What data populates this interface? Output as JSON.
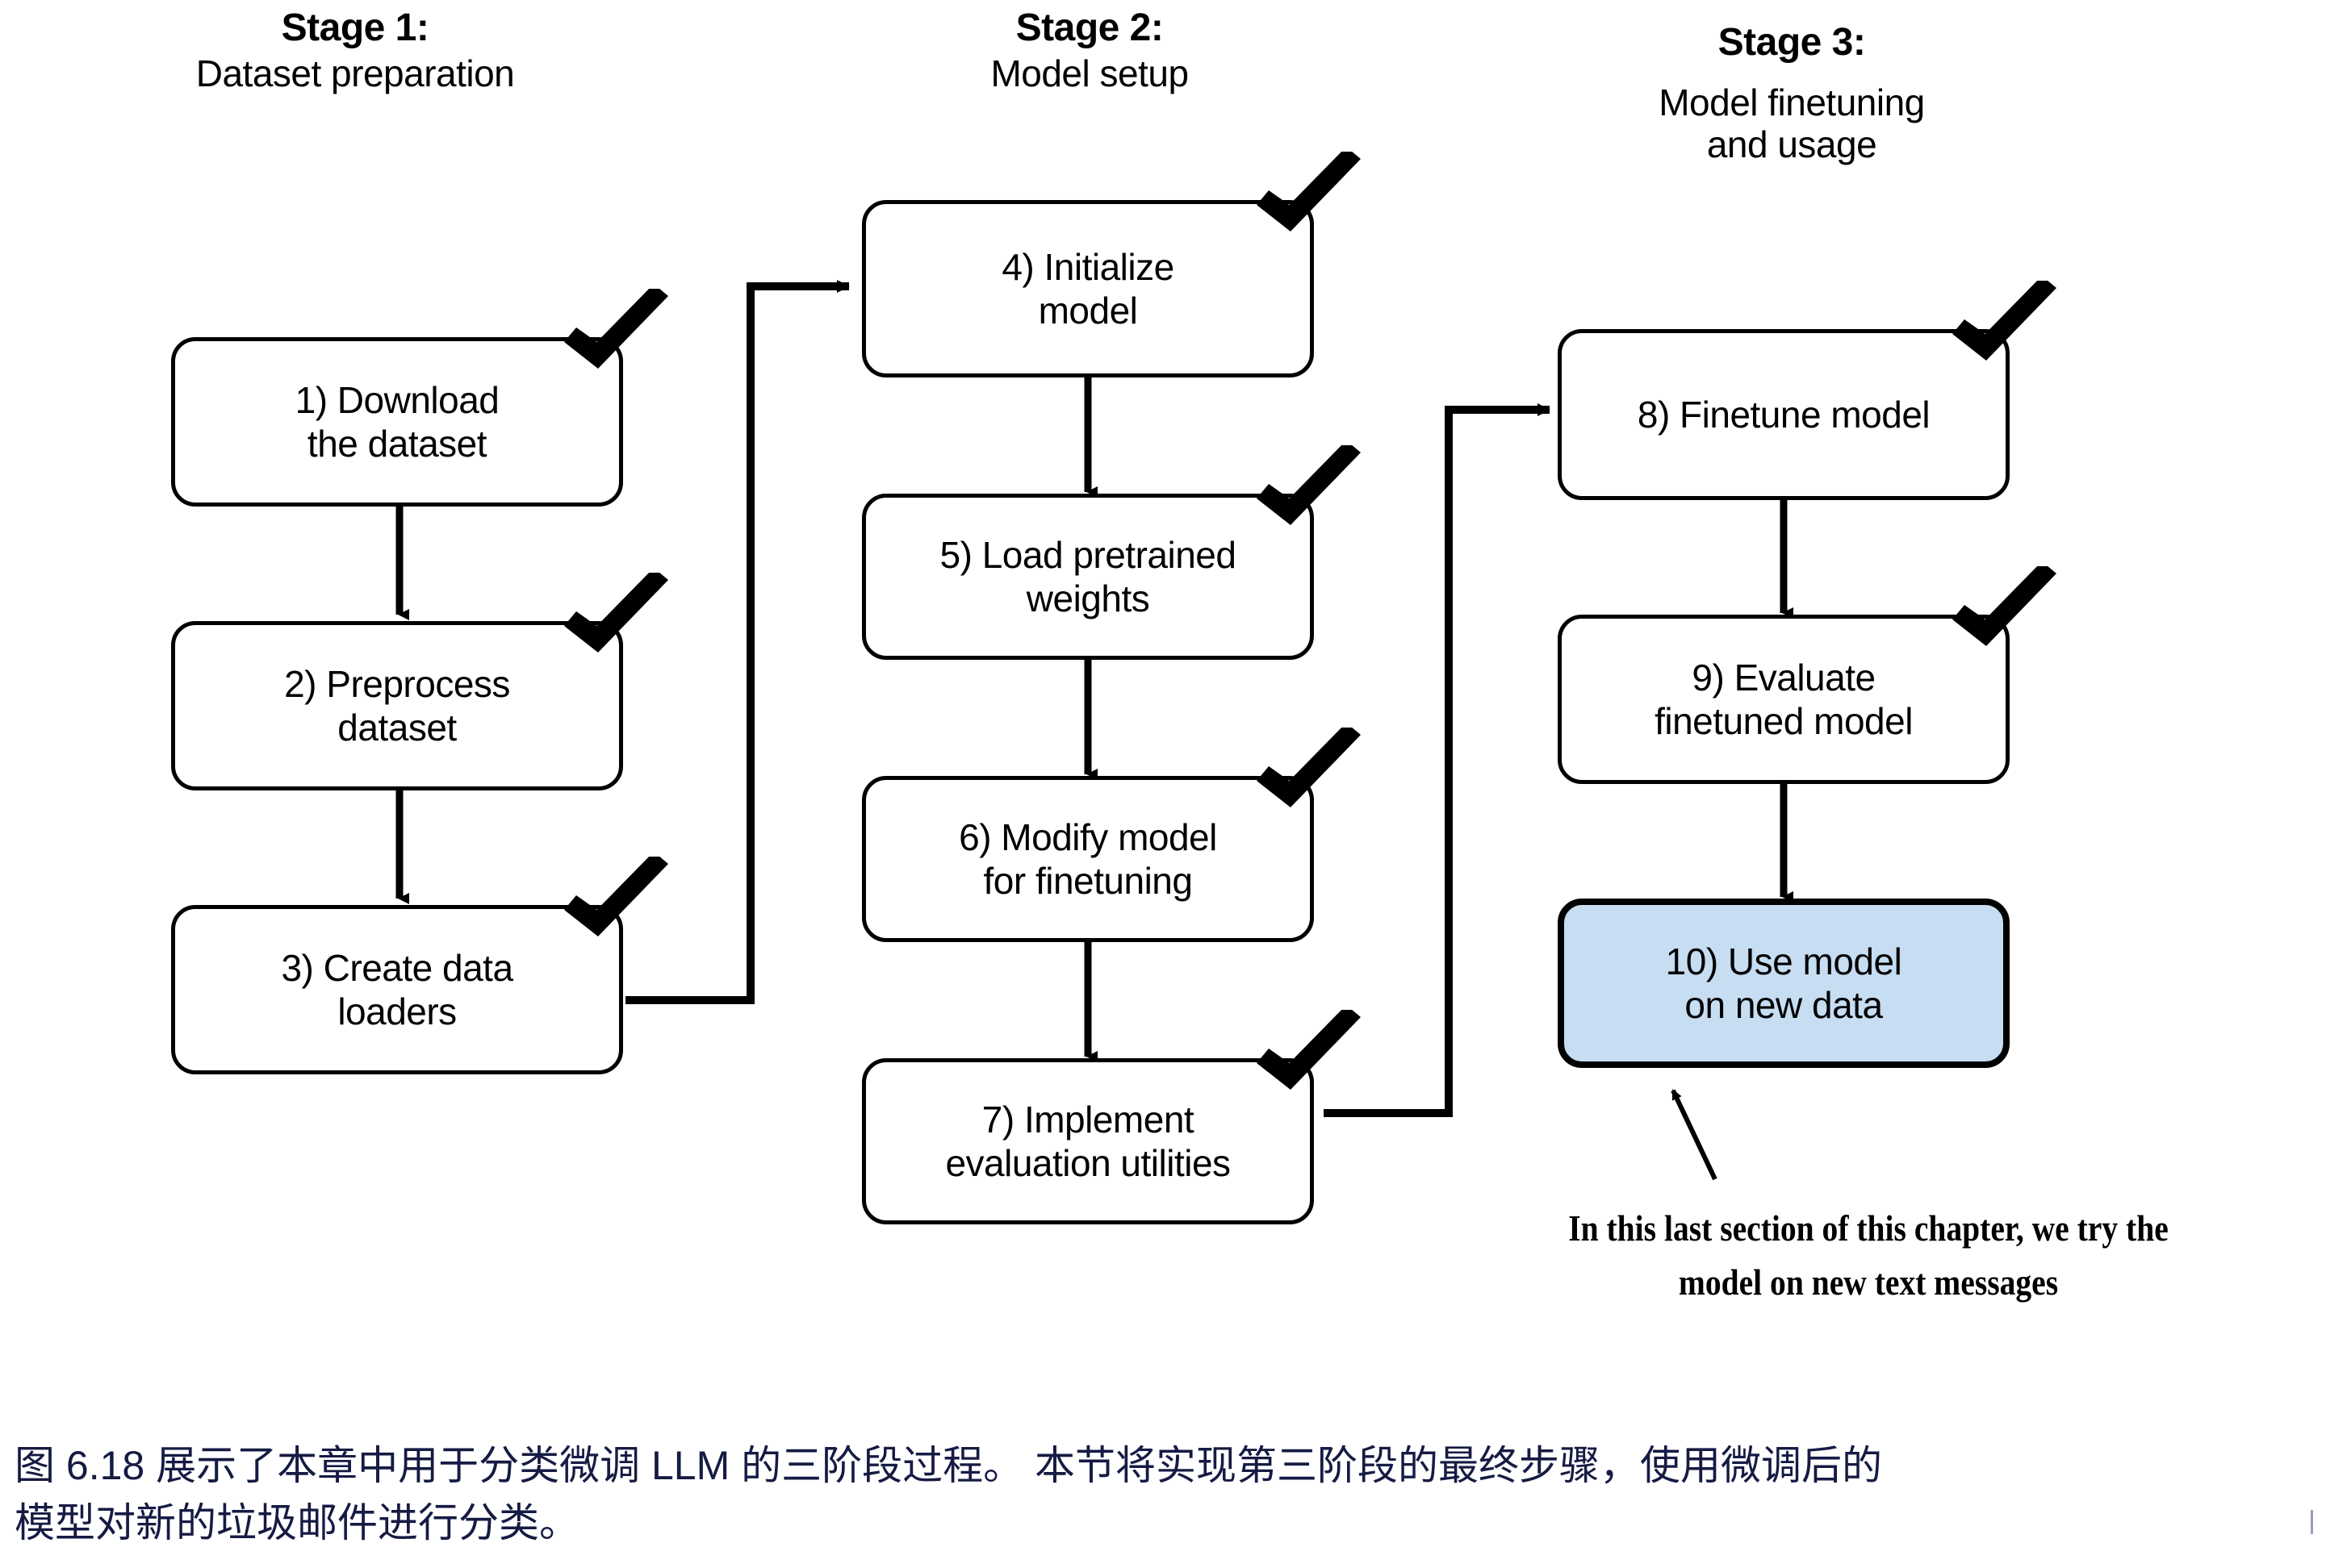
{
  "figure": {
    "stages": [
      {
        "title": "Stage 1:",
        "subtitle": "Dataset preparation"
      },
      {
        "title": "Stage 2:",
        "subtitle": "Model setup"
      },
      {
        "title": "Stage 3:",
        "subtitle": "Model finetuning\nand usage"
      }
    ],
    "nodes": [
      {
        "id": "n1",
        "line1": "1) Download",
        "line2": "the dataset",
        "checked": true,
        "highlight": false
      },
      {
        "id": "n2",
        "line1": "2) Preprocess",
        "line2": "dataset",
        "checked": true,
        "highlight": false
      },
      {
        "id": "n3",
        "line1": "3) Create data",
        "line2": "loaders",
        "checked": true,
        "highlight": false
      },
      {
        "id": "n4",
        "line1": "4) Initialize",
        "line2": "model",
        "checked": true,
        "highlight": false
      },
      {
        "id": "n5",
        "line1": "5) Load pretrained",
        "line2": "weights",
        "checked": true,
        "highlight": false
      },
      {
        "id": "n6",
        "line1": "6) Modify model",
        "line2": "for finetuning",
        "checked": true,
        "highlight": false
      },
      {
        "id": "n7",
        "line1": "7) Implement",
        "line2": "evaluation utilities",
        "checked": true,
        "highlight": false
      },
      {
        "id": "n8",
        "line1": "8) Finetune model",
        "line2": "",
        "checked": true,
        "highlight": false
      },
      {
        "id": "n9",
        "line1": "9) Evaluate",
        "line2": "finetuned model",
        "checked": true,
        "highlight": false
      },
      {
        "id": "n10",
        "line1": "10) Use model",
        "line2": "on new data",
        "checked": false,
        "highlight": true
      }
    ],
    "annotation": {
      "line1": "In this last section of this chapter, we try the",
      "line2": "model on new text messages"
    },
    "colors": {
      "highlight_fill": "#c6ddf2",
      "stroke": "#000000",
      "caption_text": "#151b43"
    }
  },
  "caption": {
    "line1": "图 6.18 展示了本章中用于分类微调 LLM 的三阶段过程。 本节将实现第三阶段的最终步骤，使用微调后的",
    "line2": "模型对新的垃圾邮件进行分类。"
  }
}
